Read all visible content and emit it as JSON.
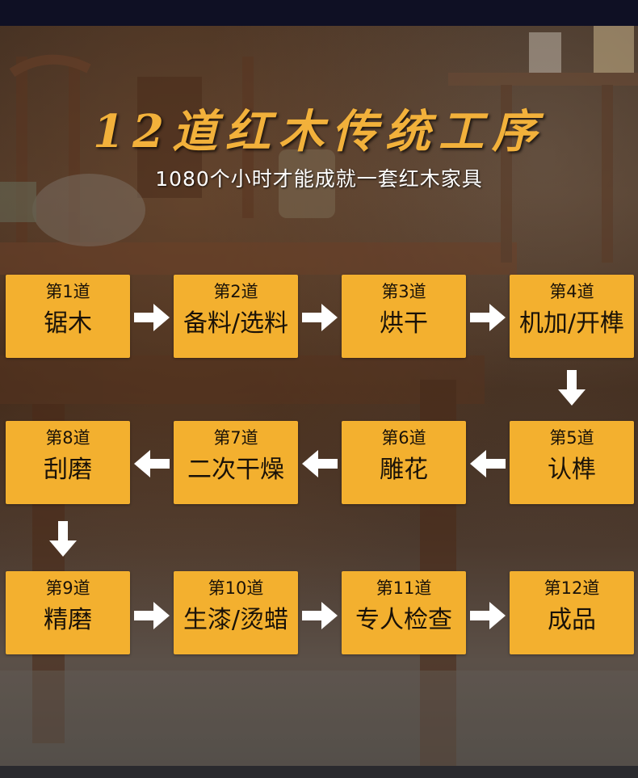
{
  "title": "12道红木传统工序",
  "subtitle": "1080个小时才能成就一套红木家具",
  "steps": [
    {
      "num": "第1道",
      "name": "锯木"
    },
    {
      "num": "第2道",
      "name": "备料/选料"
    },
    {
      "num": "第3道",
      "name": "烘干"
    },
    {
      "num": "第4道",
      "name": "机加/开榫"
    },
    {
      "num": "第5道",
      "name": "认榫"
    },
    {
      "num": "第6道",
      "name": "雕花"
    },
    {
      "num": "第7道",
      "name": "二次干燥"
    },
    {
      "num": "第8道",
      "name": "刮磨"
    },
    {
      "num": "第9道",
      "name": "精磨"
    },
    {
      "num": "第10道",
      "name": "生漆/烫蜡"
    },
    {
      "num": "第11道",
      "name": "专人检查"
    },
    {
      "num": "第12道",
      "name": "成品"
    }
  ],
  "colors": {
    "accent": "#f3b02f",
    "title": "#f2b13b",
    "arrow": "#ffffff"
  },
  "icons": {
    "arrow": "arrow-icon"
  }
}
